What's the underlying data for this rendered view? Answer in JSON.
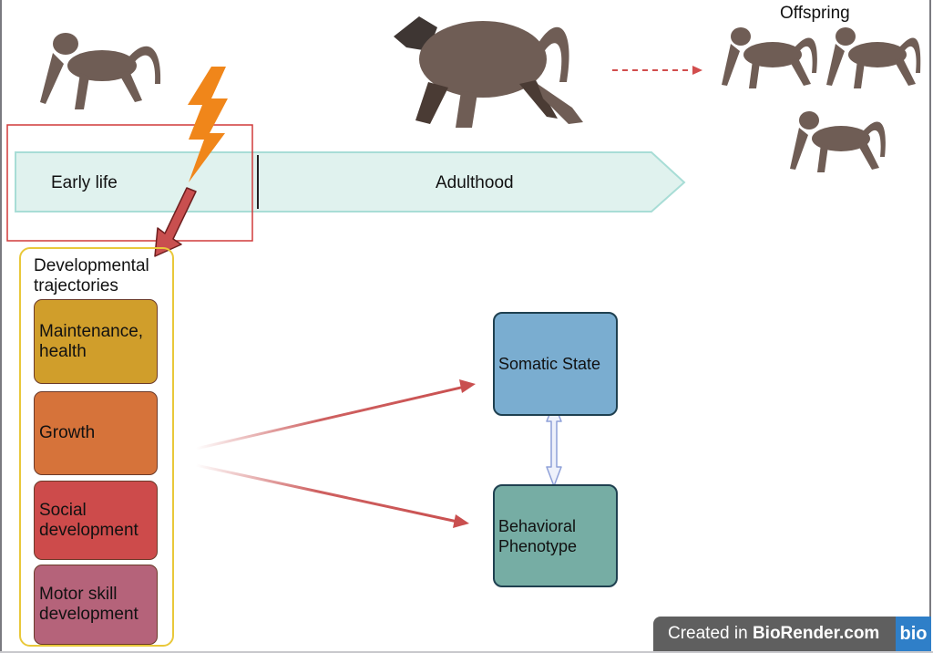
{
  "timeline": {
    "early_life_label": "Early life",
    "adulthood_label": "Adulthood"
  },
  "offspring_label": "Offspring",
  "developmental_trajectories": {
    "title_line1": "Developmental",
    "title_line2": "trajectories",
    "items": [
      {
        "line1": "Maintenance,",
        "line2": "health",
        "color": "#d09e2b"
      },
      {
        "line1": "Growth",
        "line2": "",
        "color": "#d6733a"
      },
      {
        "line1": "Social",
        "line2": "development",
        "color": "#cd4b4b"
      },
      {
        "line1": "Motor skill",
        "line2": "development",
        "color": "#b5637a"
      }
    ]
  },
  "nodes": {
    "somatic_state": {
      "label": "Somatic State",
      "color": "#7aadd0"
    },
    "behavioral_phenotype": {
      "line1": "Behavioral",
      "line2": "Phenotype",
      "color": "#76ada4"
    }
  },
  "colors": {
    "timeline_fill": "#e0f2ee",
    "timeline_stroke": "#a8ddd6",
    "highlight_box": "#d03a3a",
    "lightning": "#f0861a",
    "arrow_red": "#c94f4f",
    "baboon": "#6f5d55"
  },
  "watermark": {
    "prefix": "Created in ",
    "brand": "BioRender.com",
    "logo": "bio"
  }
}
